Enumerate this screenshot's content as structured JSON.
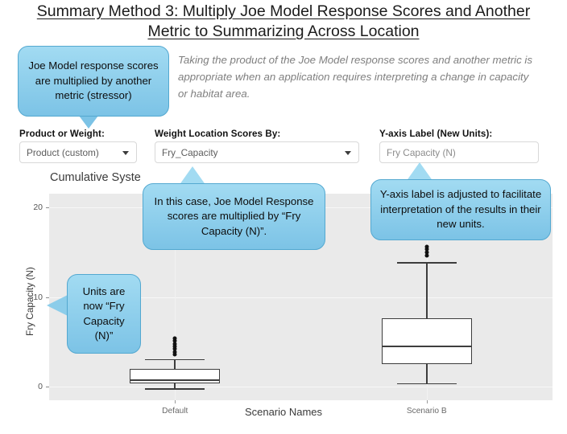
{
  "title": {
    "line1": "Summary Method 3: Multiply Joe Model Response Scores and Another",
    "line2": "Metric to Summarizing Across Location"
  },
  "intro": "Taking the product of the Joe Model response scores and another metric is appropriate when an application requires interpreting a change in capacity or habitat area.",
  "form": {
    "product_or_weight": {
      "label": "Product or Weight:",
      "value": "Product (custom)",
      "caret_icon": "chevron-down-icon"
    },
    "weight_location_scores_by": {
      "label": "Weight Location Scores By:",
      "value": "Fry_Capacity",
      "caret_icon": "chevron-down-icon"
    },
    "y_axis_label": {
      "label": "Y-axis Label (New Units):",
      "value": "Fry Capacity (N)"
    }
  },
  "callouts": [
    {
      "id": "callout-joe-model-metric",
      "text": "Joe Model response scores are multiplied by another metric (stressor)"
    },
    {
      "id": "callout-fry-capacity-multiply",
      "text": "In this case, Joe Model Response scores are multiplied by “Fry Capacity (N)”."
    },
    {
      "id": "callout-yaxis-adjusted",
      "text": "Y-axis label is adjusted to facilitate interpretation of the results in their new units."
    },
    {
      "id": "callout-units-now",
      "text": "Units are now “Fry Capacity (N)”"
    }
  ],
  "colors": {
    "callout_fill": "#8ccdea",
    "callout_border": "#53a8d0",
    "panel_background": "#eaeaea",
    "box_stroke": "#3d3d3d"
  },
  "chart_data": {
    "type": "box",
    "title": "Cumulative Syste",
    "xlabel": "Scenario Names",
    "ylabel": "Fry Capacity (N)",
    "categories": [
      "Default",
      "Scenario B"
    ],
    "ylim": [
      -1.5,
      21.5
    ],
    "yticks": [
      0,
      10,
      20
    ],
    "ytick_labels": [
      "0",
      "10",
      "20"
    ],
    "grid": true,
    "legend": "none",
    "boxes": [
      {
        "category": "Default",
        "whisker_low": -0.2,
        "q1": 0.35,
        "median": 0.8,
        "q3": 2.0,
        "whisker_high": 3.1,
        "outliers": [
          3.6,
          3.9,
          4.2,
          4.5,
          4.8,
          5.1,
          5.4
        ]
      },
      {
        "category": "Scenario B",
        "whisker_low": 0.4,
        "q1": 2.5,
        "median": 4.6,
        "q3": 7.6,
        "whisker_high": 13.9,
        "outliers": [
          14.6,
          15.0,
          15.3,
          15.6,
          16.6,
          19.0
        ]
      }
    ]
  }
}
